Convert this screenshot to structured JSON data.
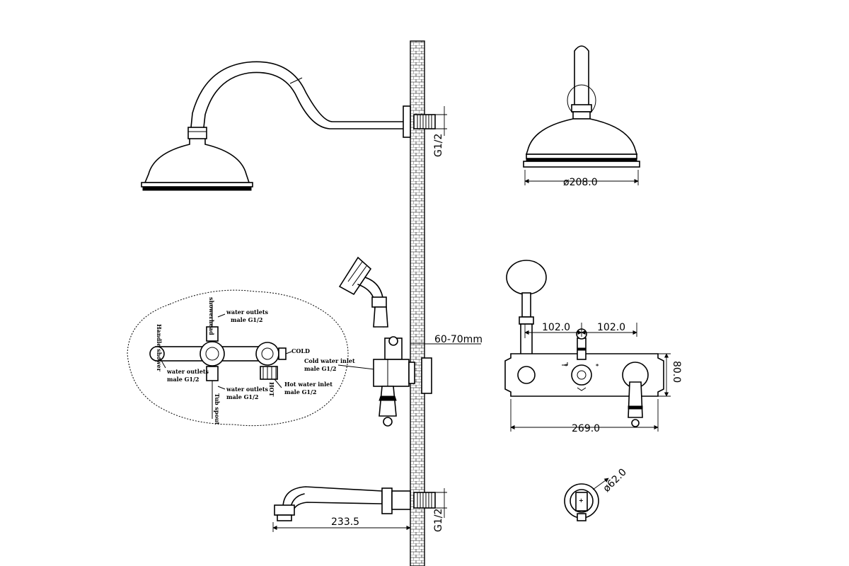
{
  "dimensions": {
    "rain_diameter": "ø208.0",
    "thread_top": "G1/2",
    "thread_bottom": "G1/2",
    "wall_gap": "60-70mm",
    "spout_length": "233.5",
    "half_left": "102.0",
    "half_right": "102.0",
    "plate_height": "80.0",
    "plate_width": "269.0",
    "rosette_diameter": "ø62.0"
  },
  "callouts": {
    "showerhead": "showerhead",
    "handle_shower": "Handle shower",
    "tub_spout": "Tub spout",
    "top_outlet_l1": "water outlets",
    "top_outlet_l2": "male G1/2",
    "left_outlet_l1": "water outlets",
    "left_outlet_l2": "male G1/2",
    "bottom_outlet_l1": "water outlets",
    "bottom_outlet_l2": "male G1/2",
    "cold": "COLD",
    "hot": "HOT",
    "cold_inlet_l1": "Cold water inlet",
    "cold_inlet_l2": "male G1/2",
    "hot_inlet_l1": "Hot water inlet",
    "hot_inlet_l2": "male G1/2"
  },
  "symbols": {
    "cold_mark": "*",
    "hot_mark": "*"
  }
}
